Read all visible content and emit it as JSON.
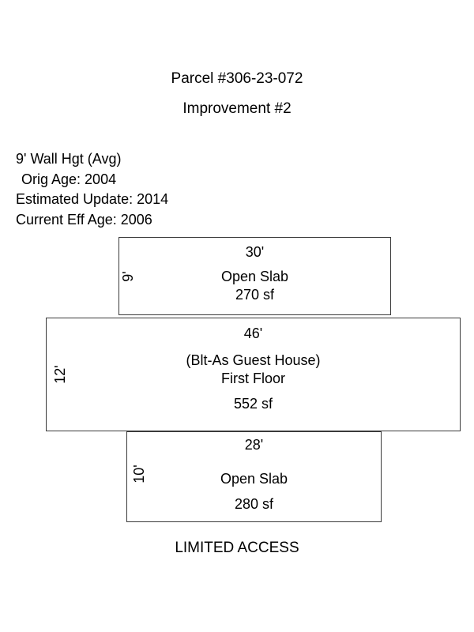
{
  "document": {
    "title": "Parcel #306-23-072",
    "subtitle": "Improvement #2",
    "footer_note": "LIMITED ACCESS",
    "background_color": "#ffffff",
    "line_color": "#3a3a3a",
    "text_color": "#000000"
  },
  "notes": {
    "wall_height": "9' Wall Hgt (Avg)",
    "orig_age": "Orig Age: 2004",
    "estimated_update": "Estimated Update: 2014",
    "current_eff_age": "Current Eff Age: 2006"
  },
  "sketch": {
    "sections": [
      {
        "id": "open-slab-top",
        "label": "Open Slab",
        "area": "270 sf",
        "width_dim": "30'",
        "height_dim": "9'",
        "qualifier": ""
      },
      {
        "id": "first-floor",
        "label": "First Floor",
        "area": "552 sf",
        "width_dim": "46'",
        "height_dim": "12'",
        "qualifier": "(Blt-As Guest House)"
      },
      {
        "id": "open-slab-bottom",
        "label": "Open Slab",
        "area": "280 sf",
        "width_dim": "28'",
        "height_dim": "10'",
        "qualifier": ""
      }
    ]
  }
}
